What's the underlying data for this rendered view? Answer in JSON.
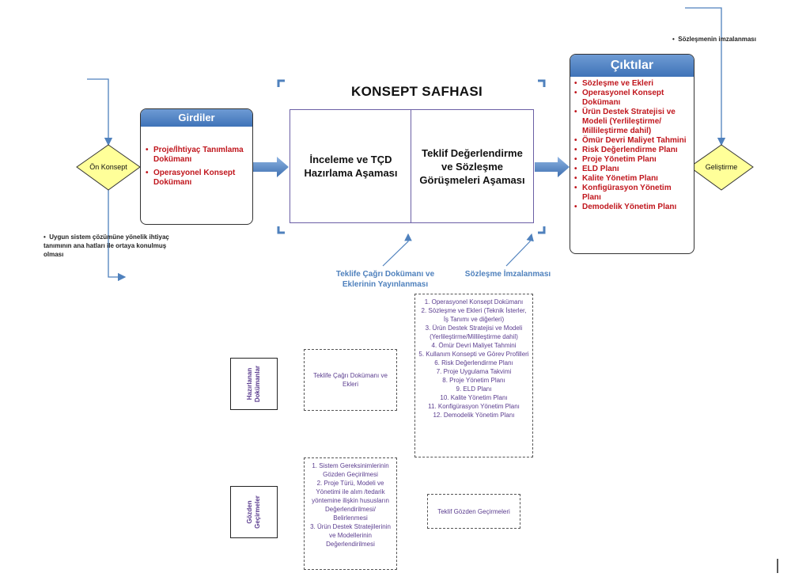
{
  "main_title": "KONSEPT SAFHASI",
  "inputs": {
    "title": "Girdiler",
    "items": [
      "Proje/İhtiyaç Tanımlama Dokümanı",
      "Operasyonel Konsept Dokümanı"
    ]
  },
  "outputs": {
    "title": "Çıktılar",
    "items": [
      "Sözleşme ve Ekleri",
      "Operasyonel Konsept Dokümanı",
      "Ürün Destek Stratejisi ve Modeli (Yerlileştirme/ Millileştirme dahil)",
      "Ömür Devri Maliyet Tahmini",
      "Risk Değerlendirme Planı",
      "Proje Yönetim Planı",
      "ELD Planı",
      "Kalite Yönetim Planı",
      "Konfigürasyon Yönetim Planı",
      "Demodelik Yönetim Planı"
    ]
  },
  "stages": {
    "stage1": "İnceleme ve TÇD Hazırlama Aşaması",
    "stage2": "Teklif Değerlendirme ve Sözleşme Görüşmeleri Aşaması"
  },
  "left_diamond": "Ön Konsept",
  "right_diamond": "Geliştirme",
  "left_note": "Uygun sistem çözümüne yönelik ihtiyaç tanımının ana hatları ile ortaya konulmuş olması",
  "right_note": "Sözleşmenin imzalanması",
  "milestone1": "Teklife Çağrı Dokümanı ve Eklerinin Yayınlanması",
  "milestone2": "Sözleşme İmzalanması",
  "docs_label": "Hazırlanan Dokümanlar",
  "reviews_label": "Gözden Geçirmeler",
  "doc_box1": "Teklife Çağrı Dokümanı ve Ekleri",
  "doc_box2_items": [
    "1. Operasyonel Konsept Dokümanı",
    "2. Sözleşme ve Ekleri (Teknik İsterler,",
    "İş Tanımı ve diğerleri)",
    "3. Ürün Destek Stratejisi ve Modeli (Yerlileştirme/Millileştirme dahil)",
    "4. Ömür Devri Maliyet Tahmini",
    "5. Kullanım Konsepti ve Görev Profilleri",
    "6. Risk Değerlendirme Planı",
    "7. Proje Uygulama Takvimi",
    "8. Proje Yönetim Planı",
    "9. ELD Planı",
    "10. Kalite Yönetim Planı",
    "11. Konfigürasyon Yönetim Planı",
    "12. Demodelik Yönetim Planı"
  ],
  "review_box1_items": [
    "1. Sistem Gereksinimlerinin Gözden Geçirilmesi",
    "2. Proje Türü, Modeli ve Yönetimi ile alım /tedarik yöntemine ilişkin hususların Değerlendirilmesi/ Belirlenmesi",
    "3. Ürün Destek Stratejilerinin ve Modellerinin Değerlendirilmesi"
  ],
  "review_box2": "Teklif Gözden Geçirmeleri",
  "colors": {
    "accent_blue": "#4f81bd",
    "arrow_blue": "#5b8fd1",
    "item_red": "#c0161d",
    "diamond_yellow": "#ffff99",
    "doc_purple": "#5b3d8f"
  }
}
